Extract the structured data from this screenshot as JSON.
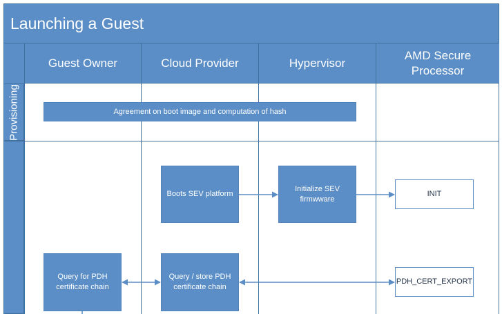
{
  "title": "Launching a Guest",
  "lanes": [
    "Guest Owner",
    "Cloud Provider",
    "Hypervisor",
    "AMD Secure Processor"
  ],
  "phases": [
    "Provisioning"
  ],
  "steps": {
    "agreement": "Agreement on boot image and computation of hash",
    "boots_sev": "Boots SEV platform",
    "init_sev": "Initialize SEV firmwware",
    "init": "INIT",
    "query_pdh": "Query for PDH certificate chain",
    "query_store_pdh": "Query / store PDH certificate chain",
    "pdh_cert_export": "PDH_CERT_EXPORT"
  },
  "colors": {
    "fill": "#5b8ec6",
    "border": "#41729f",
    "arrow": "#5b8ec6"
  }
}
